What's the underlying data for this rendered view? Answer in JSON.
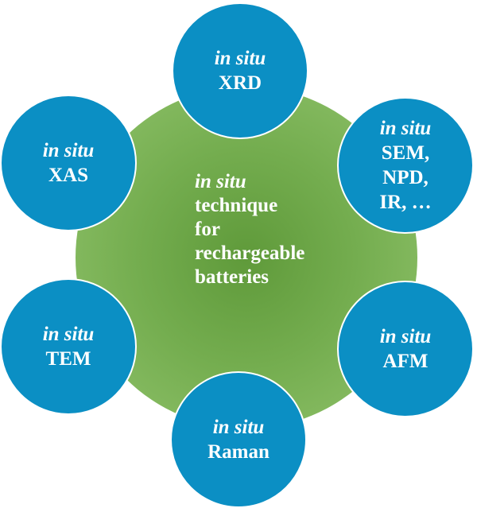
{
  "center": {
    "italic": "in situ",
    "lines": [
      "technique",
      "for",
      "rechargeable",
      "batteries"
    ]
  },
  "satellites": [
    {
      "italic": "in situ",
      "lines": [
        "XRD"
      ]
    },
    {
      "italic": "in situ",
      "lines": [
        "XAS"
      ]
    },
    {
      "italic": "in situ",
      "lines": [
        "SEM,",
        "NPD,",
        "IR, …"
      ]
    },
    {
      "italic": "in situ",
      "lines": [
        "TEM"
      ]
    },
    {
      "italic": "in situ",
      "lines": [
        "AFM"
      ]
    },
    {
      "italic": "in situ",
      "lines": [
        "Raman"
      ]
    }
  ],
  "colors": {
    "satellite_fill": "#0b8fc4",
    "center_fill": "#74ad4f",
    "text": "#ffffff"
  }
}
